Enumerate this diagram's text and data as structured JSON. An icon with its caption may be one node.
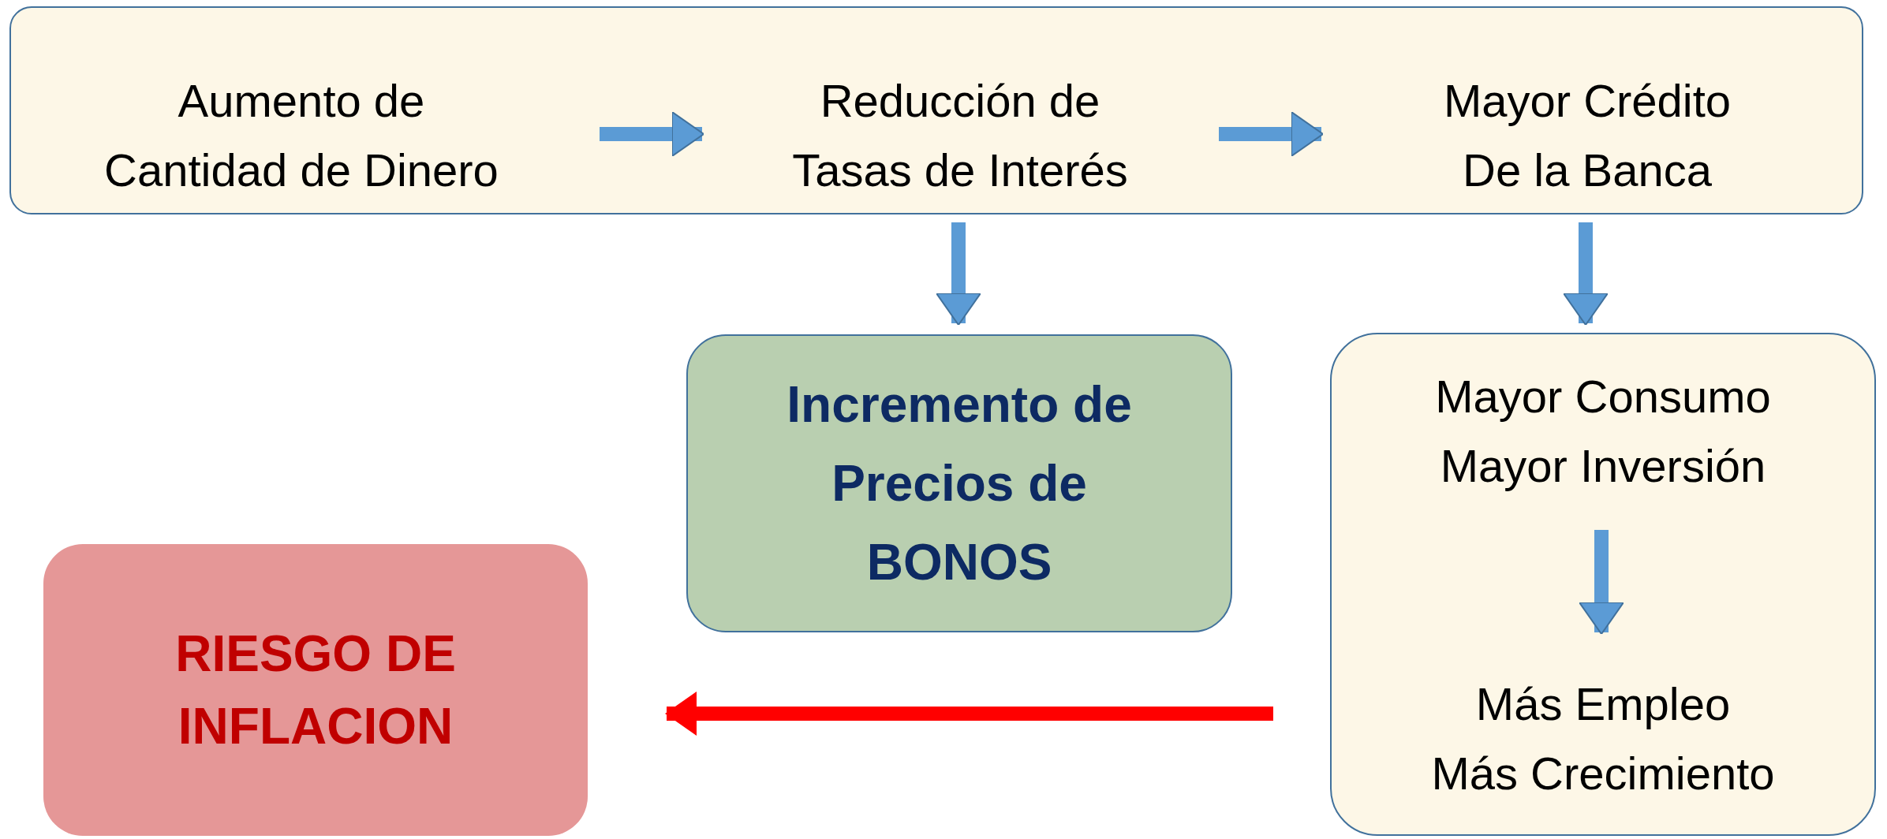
{
  "diagram": {
    "nodes": [
      {
        "text": [],
        "shape": "box"
      },
      {
        "text": [
          "Aumento de Cantidad de Dinero"
        ],
        "in": 0
      },
      {
        "text": [
          "Reducción de Tasas de Interés"
        ],
        "in": 0
      },
      {
        "text": [
          "Mayor Crédito De la Banca"
        ],
        "in": 0
      },
      {
        "text": [
          "Incremento de Precios de BONOS"
        ]
      },
      {
        "text": [],
        "shape": "box"
      },
      {
        "text": [
          "Mayor Consumo",
          "Mayor Inversión"
        ],
        "in": 5
      },
      {
        "text": [
          "Más Empleo",
          "Más Crecimiento"
        ],
        "in": 5
      },
      {
        "text": [
          "RIESGO DE INFLACION"
        ]
      }
    ],
    "edges": [
      {
        "from": 1,
        "to": 2,
        "arrow": "to"
      },
      {
        "from": 2,
        "to": 3,
        "arrow": "to"
      },
      {
        "from": 2,
        "to": 4,
        "arrow": "to"
      },
      {
        "from": 3,
        "to": 5,
        "arrow": "to"
      },
      {
        "from": 6,
        "to": 7,
        "arrow": "to"
      },
      {
        "from": 5,
        "to": 8,
        "arrow": "to",
        "color": "#ff0000"
      }
    ]
  }
}
